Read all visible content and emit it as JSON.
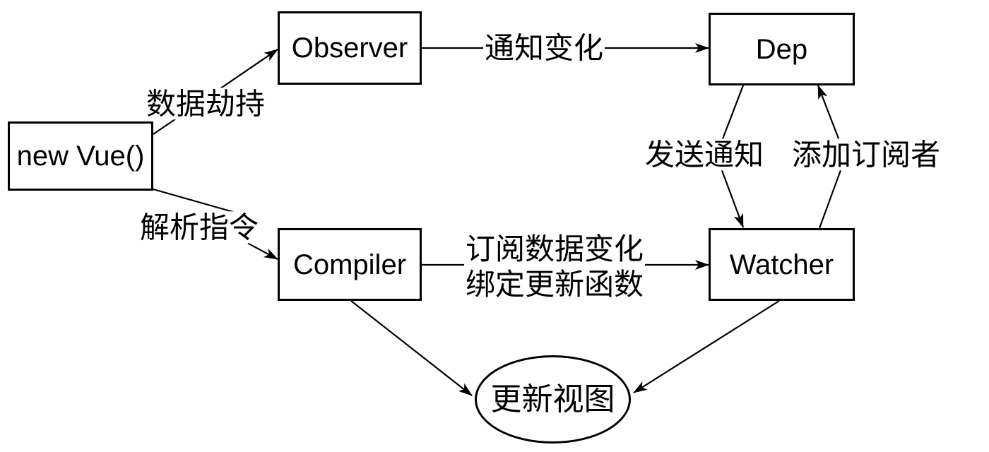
{
  "nodes": {
    "new_vue": "new Vue()",
    "observer": "Observer",
    "dep": "Dep",
    "compiler": "Compiler",
    "watcher": "Watcher",
    "update_view": "更新视图"
  },
  "edge_labels": {
    "data_hijack": "数据劫持",
    "parse_directive": "解析指令",
    "notify_change": "通知变化",
    "subscribe_line1": "订阅数据变化",
    "subscribe_line2": "绑定更新函数",
    "send_notify": "发送通知",
    "add_subscriber": "添加订阅者"
  },
  "colors": {
    "stroke": "#000000",
    "background": "#ffffff",
    "text": "#000000"
  }
}
